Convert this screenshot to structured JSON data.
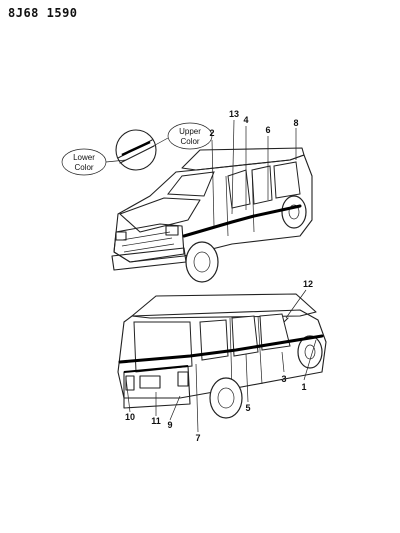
{
  "header": {
    "code": "8J68 1590"
  },
  "legend": {
    "upper": [
      "Upper",
      "Color"
    ],
    "lower": [
      "Lower",
      "Color"
    ]
  },
  "callouts_top": [
    "2",
    "13",
    "4",
    "6",
    "8"
  ],
  "callouts_bottom": [
    "12",
    "3",
    "1",
    "5",
    "10",
    "11",
    "9",
    "7"
  ]
}
